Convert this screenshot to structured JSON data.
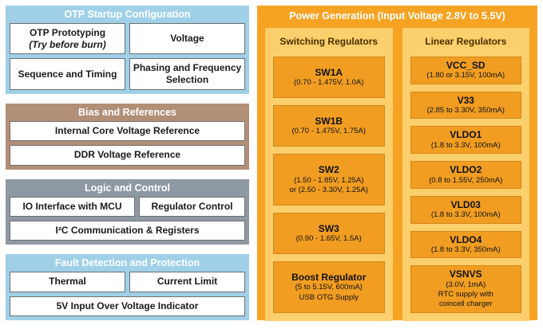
{
  "palette": {
    "blue": "#9fd0e8",
    "brown": "#b28f77",
    "gray": "#8f99a3",
    "orange": "#f6a324",
    "yellow": "#fbcf6b",
    "boxOrange": "#f09d22",
    "boxBorder": "#d5881a"
  },
  "left_sections": [
    {
      "title": "OTP Startup Configuration",
      "boxes": [
        {
          "title": "OTP Prototyping",
          "subtitle": "(Try before burn)"
        },
        {
          "title": "Voltage"
        },
        {
          "title": "Sequence and Timing"
        },
        {
          "title": "Phasing and Frequency Selection"
        }
      ]
    },
    {
      "title": "Bias and References",
      "boxes": [
        {
          "title": "Internal Core Voltage Reference"
        },
        {
          "title": "DDR Voltage Reference"
        }
      ]
    },
    {
      "title": "Logic and Control",
      "boxes": [
        {
          "title": "IO Interface with MCU"
        },
        {
          "title": "Regulator Control"
        },
        {
          "title": "I²C Communication & Registers"
        }
      ]
    },
    {
      "title": "Fault Detection and Protection",
      "boxes": [
        {
          "title": "Thermal"
        },
        {
          "title": "Current Limit"
        },
        {
          "title": "5V Input Over Voltage Indicator"
        }
      ]
    }
  ],
  "right_panel": {
    "title": "Power Generation (Input Voltage 2.8V to 5.5V)",
    "columns": [
      {
        "title": "Switching Regulators",
        "items": [
          {
            "name": "SW1A",
            "details": "(0.70 - 1.475V, 1.0A)"
          },
          {
            "name": "SW1B",
            "details": "(0.70 - 1.475V, 1.75A)"
          },
          {
            "name": "SW2",
            "details": "(1.50 - 1.85V, 1.25A)\nor (2.50 - 3.30V, 1.25A)"
          },
          {
            "name": "SW3",
            "details": "(0.90 - 1.65V, 1.5A)"
          },
          {
            "name": "Boost Regulator",
            "details": "(5 to 5.15V, 600mA)\nUSB OTG Supply"
          }
        ]
      },
      {
        "title": "Linear Regulators",
        "items": [
          {
            "name": "VCC_SD",
            "details": "(1.80 or 3.15V, 100mA)"
          },
          {
            "name": "V33",
            "details": "(2.85 to 3.30V, 350mA)"
          },
          {
            "name": "VLDO1",
            "details": "(1.8 to 3.3V, 100mA)"
          },
          {
            "name": "VLDO2",
            "details": "(0.8 to 1.55V, 250mA)"
          },
          {
            "name": "VLD03",
            "details": "(1.8 to 3.3V, 100mA)"
          },
          {
            "name": "VLDO4",
            "details": "(1.8 to 3.3V, 350mA)"
          },
          {
            "name": "VSNVS",
            "details": "(3.0V, 1mA)\nRTC supply with\ncoincell charger"
          }
        ]
      }
    ]
  }
}
